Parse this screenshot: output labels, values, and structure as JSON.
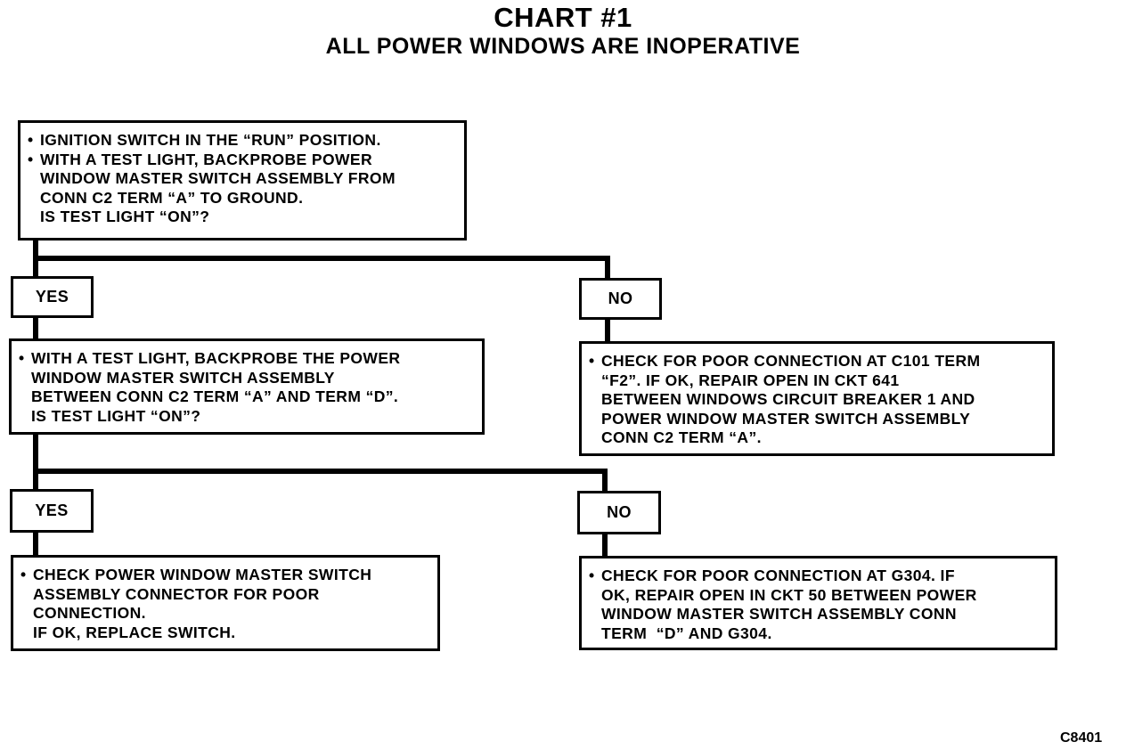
{
  "title": "CHART #1",
  "subtitle": "ALL POWER WINDOWS ARE INOPERATIVE",
  "labels": {
    "yes": "YES",
    "no": "NO"
  },
  "steps": {
    "step1": [
      {
        "bullet": true,
        "text": "IGNITION SWITCH IN THE “RUN” POSITION."
      },
      {
        "bullet": true,
        "text": "WITH A TEST LIGHT, BACKPROBE POWER"
      },
      {
        "bullet": false,
        "text": "WINDOW MASTER SWITCH ASSEMBLY FROM"
      },
      {
        "bullet": false,
        "text": "CONN C2 TERM “A” TO GROUND."
      },
      {
        "bullet": false,
        "text": "IS TEST LIGHT “ON”?"
      }
    ],
    "step2": [
      {
        "bullet": true,
        "text": "WITH A TEST LIGHT, BACKPROBE THE POWER"
      },
      {
        "bullet": false,
        "text": "WINDOW MASTER SWITCH ASSEMBLY"
      },
      {
        "bullet": false,
        "text": "BETWEEN CONN C2 TERM “A” AND TERM “D”."
      },
      {
        "bullet": false,
        "text": "IS TEST LIGHT “ON”?"
      }
    ],
    "no1": [
      {
        "bullet": true,
        "text": "CHECK FOR POOR CONNECTION AT C101 TERM"
      },
      {
        "bullet": false,
        "text": "“F2”. IF OK, REPAIR OPEN IN CKT 641"
      },
      {
        "bullet": false,
        "text": "BETWEEN WINDOWS CIRCUIT BREAKER 1 AND"
      },
      {
        "bullet": false,
        "text": "POWER WINDOW MASTER SWITCH ASSEMBLY"
      },
      {
        "bullet": false,
        "text": "CONN C2 TERM “A”."
      }
    ],
    "yes2": [
      {
        "bullet": true,
        "text": "CHECK POWER WINDOW MASTER SWITCH"
      },
      {
        "bullet": false,
        "text": "ASSEMBLY CONNECTOR FOR POOR"
      },
      {
        "bullet": false,
        "text": "CONNECTION."
      },
      {
        "bullet": false,
        "text": "IF OK, REPLACE SWITCH."
      }
    ],
    "no2": [
      {
        "bullet": true,
        "text": "CHECK FOR POOR CONNECTION AT G304. IF"
      },
      {
        "bullet": false,
        "text": "OK, REPAIR OPEN IN CKT 50 BETWEEN POWER"
      },
      {
        "bullet": false,
        "text": "WINDOW MASTER SWITCH ASSEMBLY CONN"
      },
      {
        "bullet": false,
        "text": "TERM  “D” AND G304."
      }
    ]
  },
  "figure_code": "C8401"
}
